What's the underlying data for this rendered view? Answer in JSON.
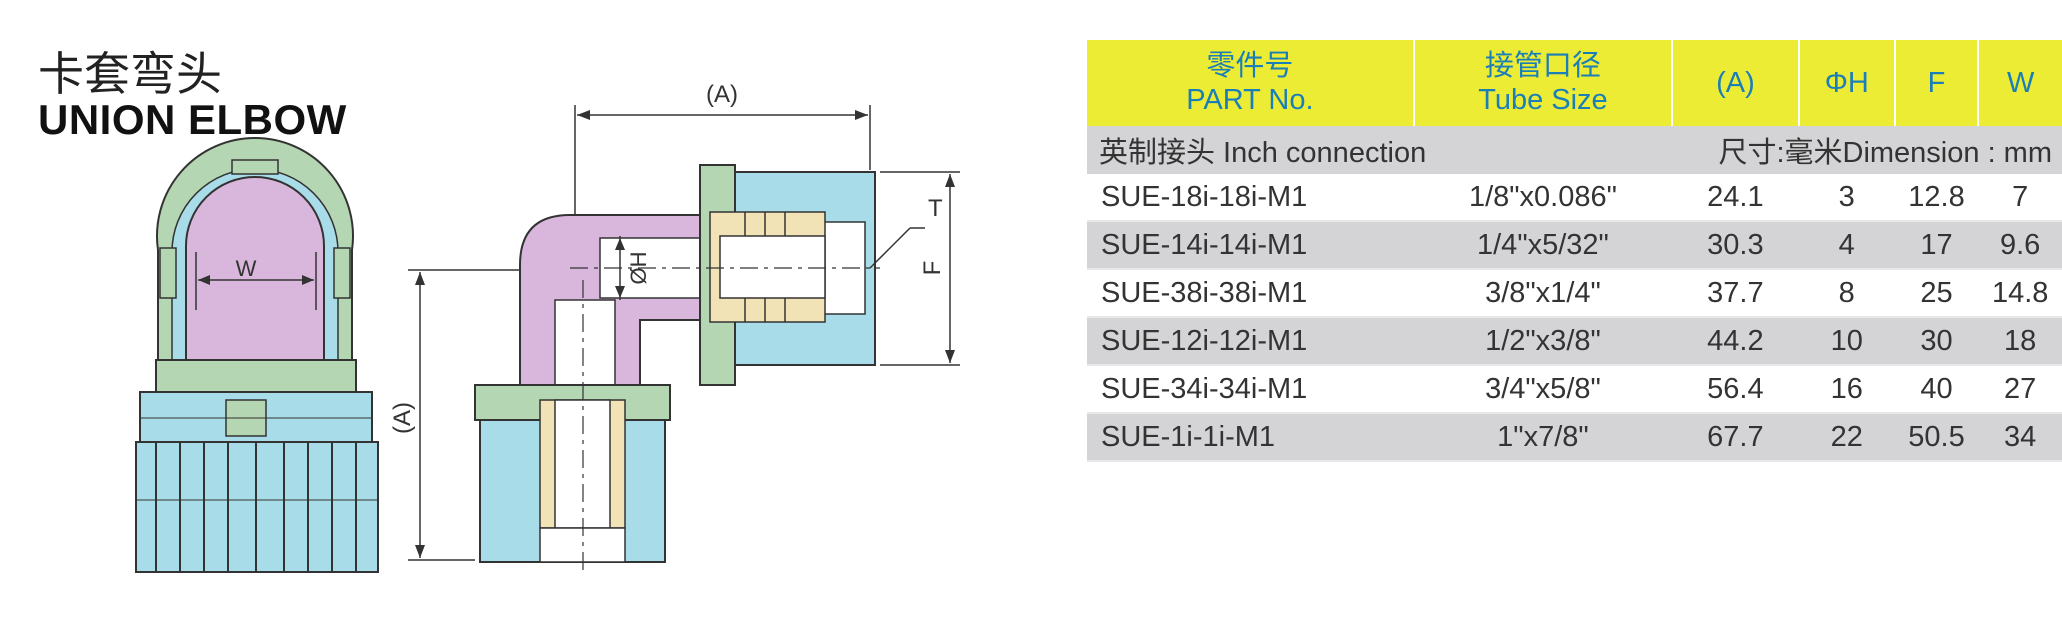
{
  "title": {
    "cn": "卡套弯头",
    "en": "UNION ELBOW"
  },
  "drawing_labels": {
    "w": "W",
    "a": "(A)",
    "phi_h": "ØH",
    "t": "T",
    "f": "F"
  },
  "table": {
    "headers": [
      {
        "cn": "零件号",
        "en": "PART No."
      },
      {
        "cn": "接管口径",
        "en": "Tube Size"
      },
      {
        "en": "(A)"
      },
      {
        "en": "ΦH"
      },
      {
        "en": "F"
      },
      {
        "en": "W"
      }
    ],
    "section_left": "英制接头 Inch connection",
    "section_right": "尺寸:毫米Dimension : mm",
    "rows": [
      {
        "part": "SUE-18i-18i-M1",
        "tube": "1/8\"x0.086\"",
        "a": "24.1",
        "h": "3",
        "f": "12.8",
        "w": "7"
      },
      {
        "part": "SUE-14i-14i-M1",
        "tube": "1/4\"x5/32\"",
        "a": "30.3",
        "h": "4",
        "f": "17",
        "w": "9.6"
      },
      {
        "part": "SUE-38i-38i-M1",
        "tube": "3/8\"x1/4\"",
        "a": "37.7",
        "h": "8",
        "f": "25",
        "w": "14.8"
      },
      {
        "part": "SUE-12i-12i-M1",
        "tube": "1/2\"x3/8\"",
        "a": "44.2",
        "h": "10",
        "f": "30",
        "w": "18"
      },
      {
        "part": "SUE-34i-34i-M1",
        "tube": "3/4\"x5/8\"",
        "a": "56.4",
        "h": "16",
        "f": "40",
        "w": "27"
      },
      {
        "part": "SUE-1i-1i-M1",
        "tube": "1\"x7/8\"",
        "a": "67.7",
        "h": "22",
        "f": "50.5",
        "w": "34"
      }
    ]
  },
  "colors": {
    "header_bg": "#ecec35",
    "header_text": "#1a7fb8",
    "stripe": "#d4d4d6",
    "purple": "#d9b7dc",
    "blue": "#a9dce9",
    "green": "#b5d6b2",
    "brass": "#f1e3b6"
  }
}
